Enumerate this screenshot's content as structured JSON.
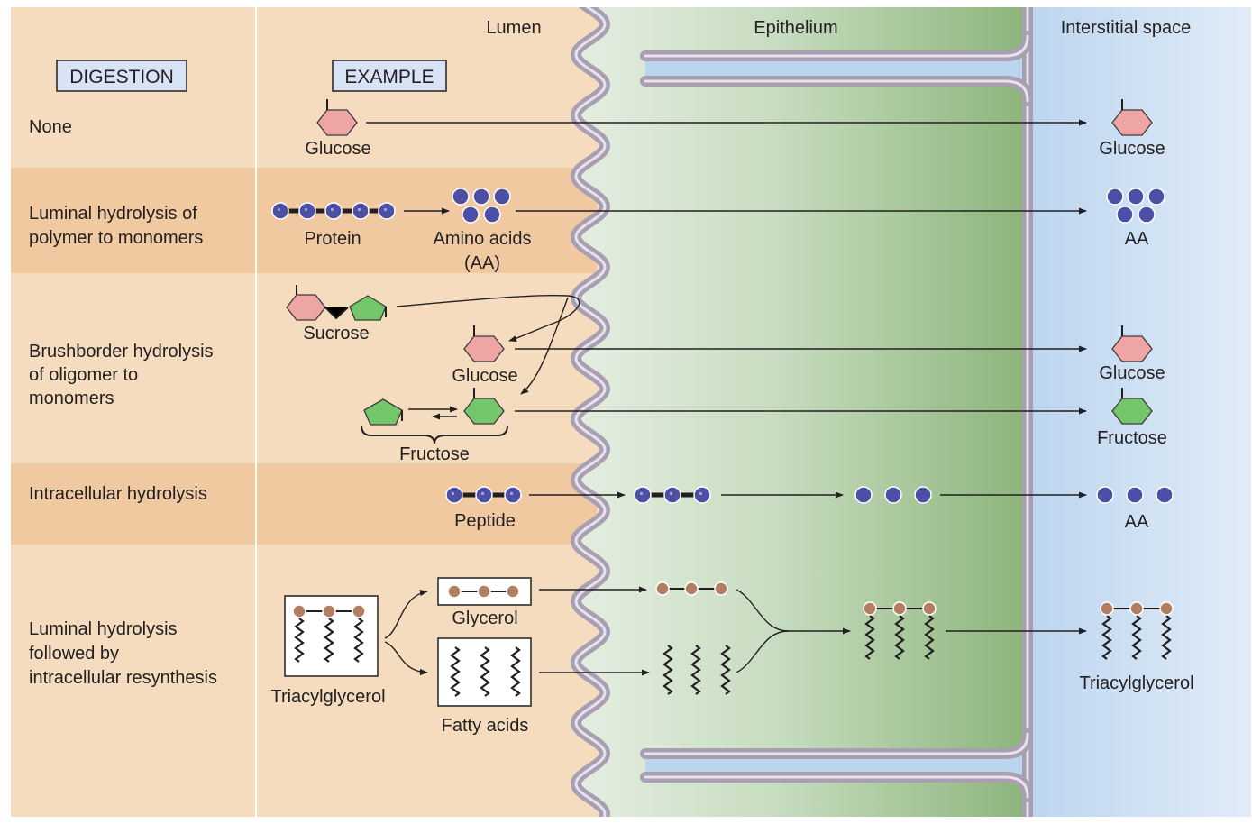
{
  "headers": {
    "lumen": "Lumen",
    "epithelium": "Epithelium",
    "interstitial": "Interstitial space"
  },
  "boxes": {
    "digestion": "DIGESTION",
    "example": "EXAMPLE"
  },
  "rows": {
    "none": {
      "label": "None",
      "lumen_label": "Glucose",
      "interstitial_label": "Glucose"
    },
    "luminal": {
      "label_line1": "Luminal hydrolysis of",
      "label_line2": "polymer to monomers",
      "substrate_label": "Protein",
      "product_label_line1": "Amino acids",
      "product_label_line2": "(AA)",
      "interstitial_label": "AA"
    },
    "brushborder": {
      "label_line1": "Brushborder hydrolysis",
      "label_line2": "of oligomer to",
      "label_line3": "monomers",
      "substrate_label": "Sucrose",
      "glucose_label": "Glucose",
      "fructose_label": "Fructose",
      "interstitial_glucose_label": "Glucose",
      "interstitial_fructose_label": "Fructose"
    },
    "intracellular": {
      "label": "Intracellular hydrolysis",
      "substrate_label": "Peptide",
      "interstitial_label": "AA"
    },
    "resynthesis": {
      "label_line1": "Luminal hydrolysis",
      "label_line2": "followed by",
      "label_line3": "intracellular resynthesis",
      "substrate_label": "Triacylglycerol",
      "glycerol_label": "Glycerol",
      "fatty_acids_label": "Fatty acids",
      "interstitial_label": "Triacylglycerol"
    }
  },
  "colors": {
    "lumen_bg": "#f5dcbf",
    "row_band": "#f0c9a0",
    "epithelium_light": "#dfeadd",
    "epithelium_dark": "#8db57b",
    "interstitial_light": "#c9def2",
    "membrane": "#a99fb2",
    "glucose": "#efa5a4",
    "fructose": "#74c66b",
    "amino_acid": "#4b4fa6",
    "glycerol": "#b37d61"
  }
}
